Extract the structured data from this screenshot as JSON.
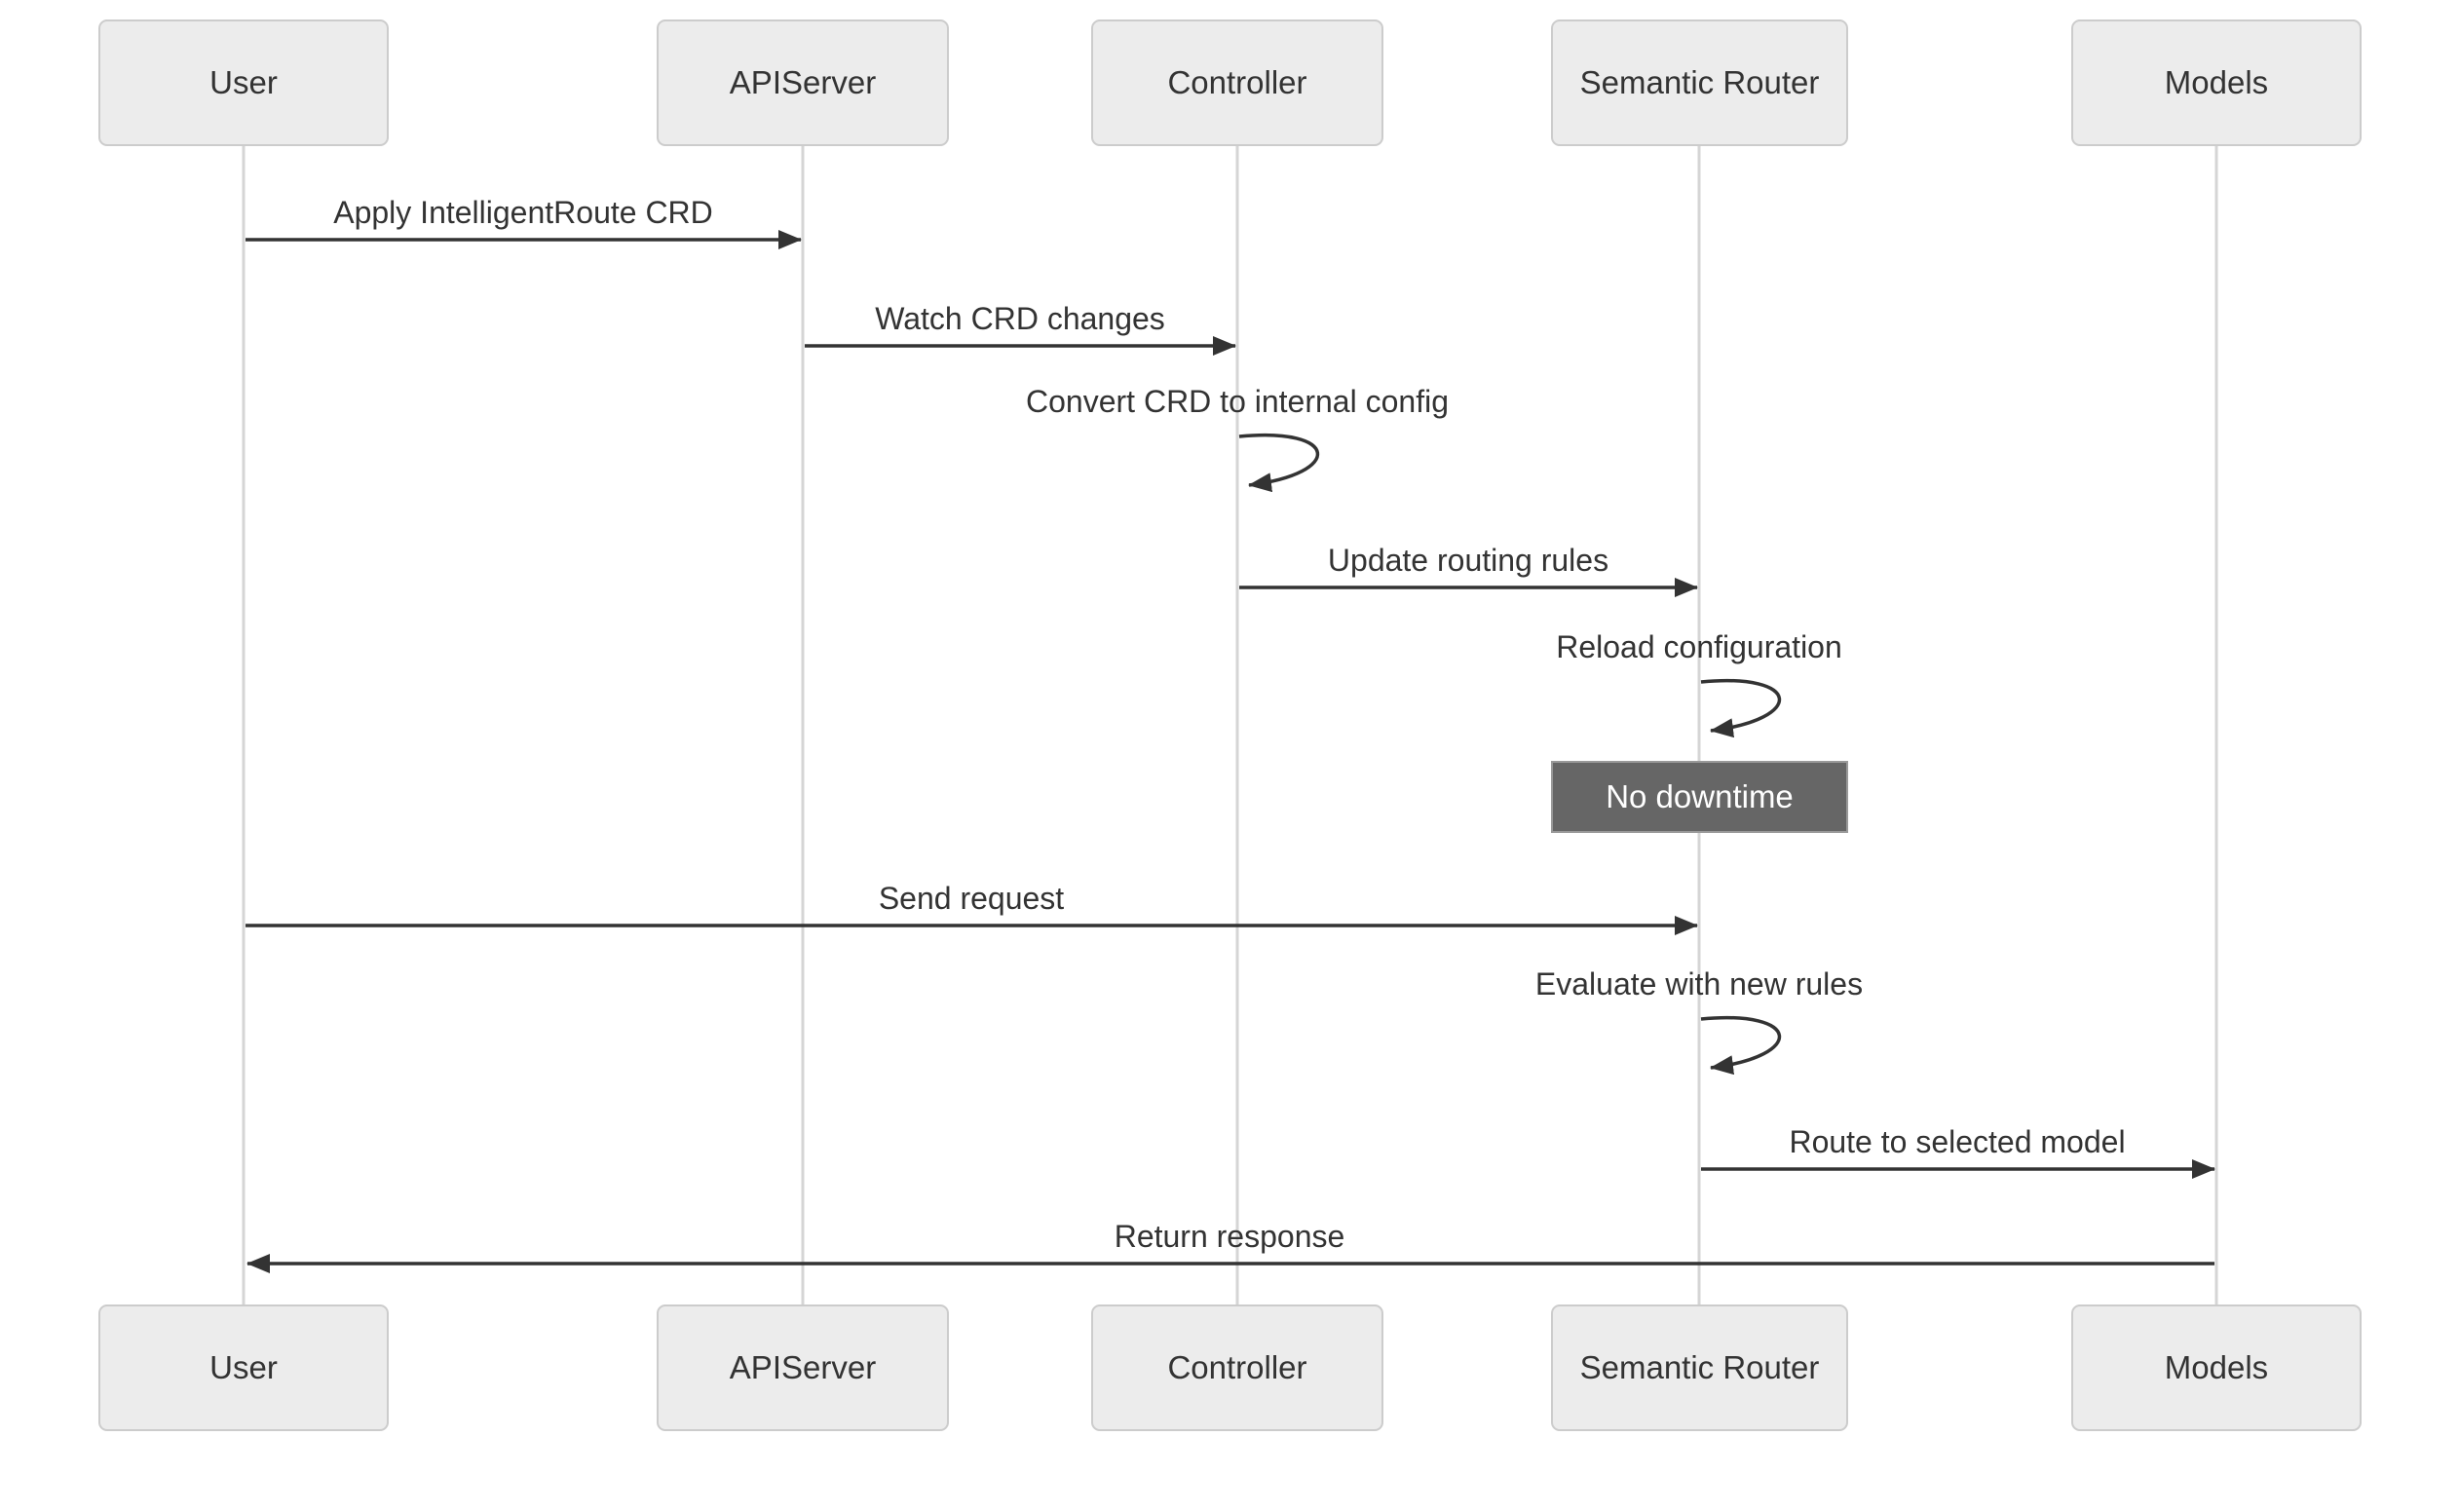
{
  "diagram": {
    "type": "sequence-diagram",
    "actors": [
      {
        "id": "user",
        "label": "User"
      },
      {
        "id": "apiserver",
        "label": "APIServer"
      },
      {
        "id": "controller",
        "label": "Controller"
      },
      {
        "id": "semantic-router",
        "label": "Semantic Router"
      },
      {
        "id": "models",
        "label": "Models"
      }
    ],
    "messages": [
      {
        "text": "Apply IntelligentRoute CRD",
        "from": "User",
        "to": "APIServer",
        "kind": "solid-arrow"
      },
      {
        "text": "Watch CRD changes",
        "from": "APIServer",
        "to": "Controller",
        "kind": "solid-arrow"
      },
      {
        "text": "Convert CRD to internal config",
        "from": "Controller",
        "to": "Controller",
        "kind": "self-loop"
      },
      {
        "text": "Update routing rules",
        "from": "Controller",
        "to": "Semantic Router",
        "kind": "solid-arrow"
      },
      {
        "text": "Reload configuration",
        "from": "Semantic Router",
        "to": "Semantic Router",
        "kind": "self-loop"
      },
      {
        "text": "Send request",
        "from": "User",
        "to": "Semantic Router",
        "kind": "solid-arrow"
      },
      {
        "text": "Evaluate with new rules",
        "from": "Semantic Router",
        "to": "Semantic Router",
        "kind": "self-loop"
      },
      {
        "text": "Route to selected model",
        "from": "Semantic Router",
        "to": "Models",
        "kind": "solid-arrow"
      },
      {
        "text": "Return response",
        "from": "Models",
        "to": "User",
        "kind": "solid-arrow"
      }
    ],
    "note": {
      "text": "No downtime",
      "over": "Semantic Router"
    },
    "colors": {
      "background": "#ffffff",
      "actor_fill": "#ececec",
      "actor_border": "#cccccc",
      "actor_text": "#333333",
      "lifeline": "#d5d5d5",
      "message_line": "#333333",
      "message_text": "#333333",
      "note_fill": "#666666",
      "note_border": "#999999",
      "note_text": "#ffffff"
    }
  }
}
